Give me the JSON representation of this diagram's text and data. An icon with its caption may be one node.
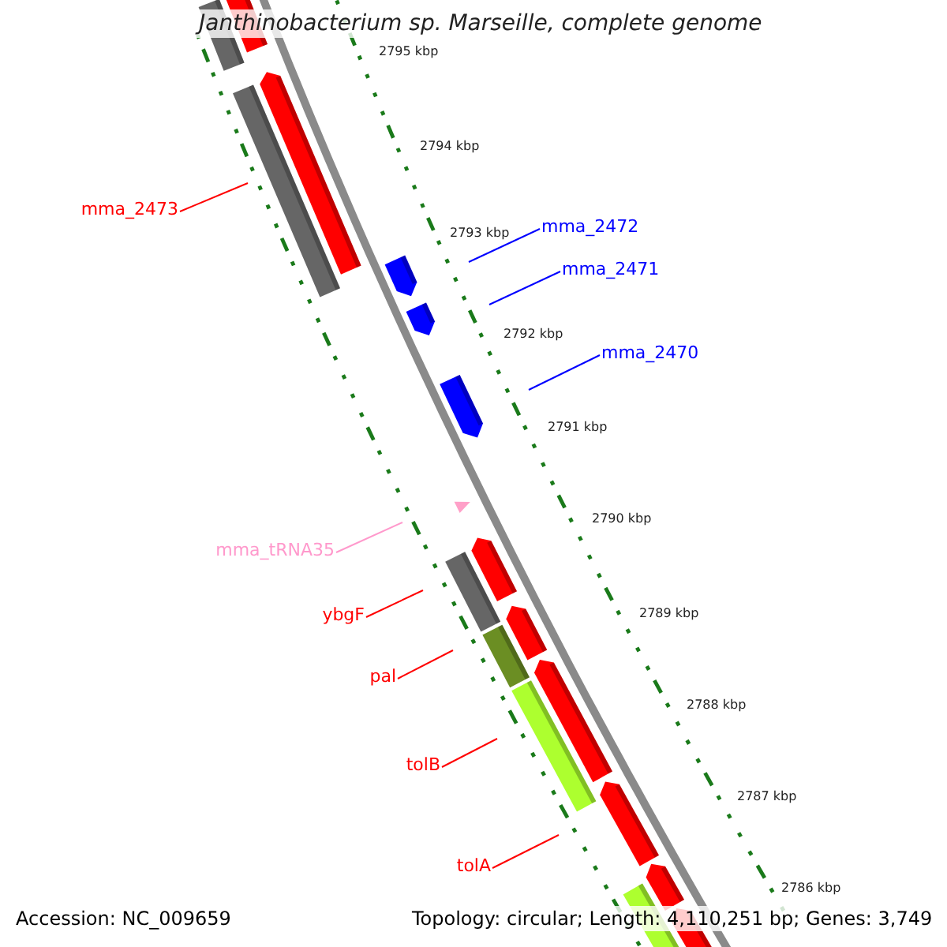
{
  "diagram": {
    "title": "Janthinobacterium sp. Marseille, complete genome",
    "nodes": [
      {
        "text": [
          "mma_2473"
        ]
      },
      {
        "text": [
          "mma_2472"
        ]
      },
      {
        "text": [
          "mma_2471"
        ]
      },
      {
        "text": [
          "mma_2470"
        ]
      },
      {
        "text": [
          "mma_tRNA35"
        ]
      },
      {
        "text": [
          "ybgF"
        ]
      },
      {
        "text": [
          "pal"
        ]
      },
      {
        "text": [
          "tolB"
        ]
      },
      {
        "text": [
          "tolA"
        ]
      }
    ],
    "edges": [
      {
        "from": 0,
        "to": null,
        "arrow": "none"
      },
      {
        "from": 1,
        "to": null,
        "arrow": "none",
        "color": "#0000ff"
      },
      {
        "from": 2,
        "to": null,
        "arrow": "none",
        "color": "#0000ff"
      },
      {
        "from": 3,
        "to": null,
        "arrow": "none",
        "color": "#0000ff"
      },
      {
        "from": 4,
        "to": null,
        "arrow": "none",
        "color": "#ff99cc"
      },
      {
        "from": 5,
        "to": null,
        "arrow": "none"
      },
      {
        "from": 6,
        "to": null,
        "arrow": "none"
      },
      {
        "from": 7,
        "to": null,
        "arrow": "none"
      },
      {
        "from": 8,
        "to": null,
        "arrow": "none"
      }
    ],
    "labels": [
      "2795 kbp",
      "2794 kbp",
      "2793 kbp",
      "2792 kbp",
      "2791 kbp",
      "2790 kbp",
      "2789 kbp",
      "2788 kbp",
      "2787 kbp",
      "2786 kbp",
      "Accession: NC_009659",
      "Topology: circular; Length: 4,110,251 bp; Genes: 3,749"
    ]
  }
}
